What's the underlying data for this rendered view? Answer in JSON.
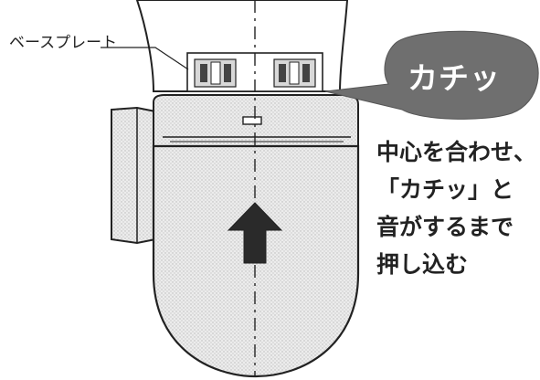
{
  "labels": {
    "base_plate": "ベースプレート",
    "click_sound": "カチッ"
  },
  "instruction": {
    "lines": [
      "中心を合わせ、",
      "「カチッ」と",
      "音がするまで",
      "押し込む"
    ]
  },
  "colors": {
    "bubble": "#6f6f6f",
    "arrow": "#2a2a2a",
    "line": "#222222",
    "body_fill": "#e2e2e2"
  }
}
